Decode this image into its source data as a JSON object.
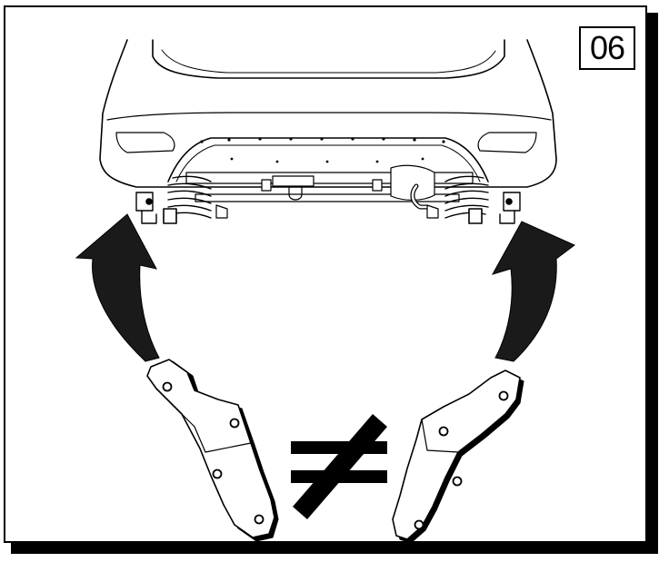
{
  "step_number": "06",
  "symbol": "not-equal-sign",
  "icons": [
    "car-rear-view",
    "arrow-left-curved",
    "arrow-right-curved",
    "bracket-left",
    "bracket-right"
  ],
  "colors": {
    "ink": "#000000",
    "paper": "#ffffff",
    "arrow": "#1a1a1a"
  }
}
